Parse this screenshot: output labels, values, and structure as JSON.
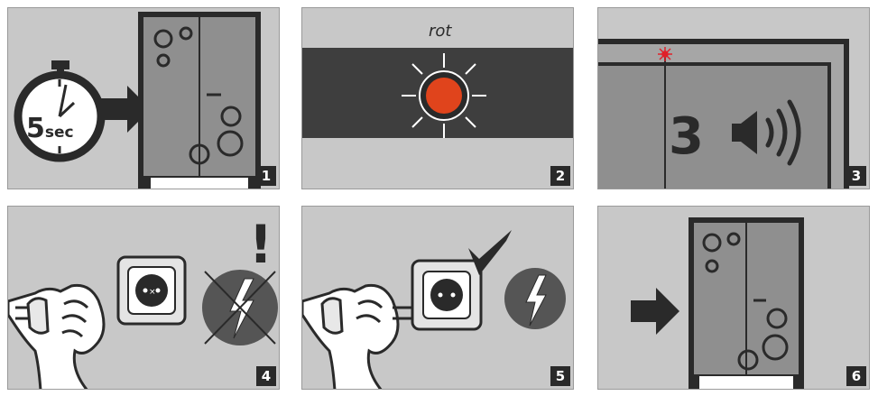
{
  "panels": [
    {
      "number": "1",
      "timer": {
        "value": "5",
        "unit": "sec"
      }
    },
    {
      "number": "2",
      "label": "rot",
      "led_color": "#e0441c"
    },
    {
      "number": "3",
      "count": "3",
      "laser_color": "#e0202a"
    },
    {
      "number": "4",
      "warning_mark": "!"
    },
    {
      "number": "5"
    },
    {
      "number": "6"
    }
  ],
  "colors": {
    "panel_bg": "#c8c8c8",
    "dark": "#2a2a2a",
    "device_fill": "#8f8f8f",
    "socket_bg": "#e4e4e4",
    "voltage_bg": "#555555"
  },
  "icons": [
    "stopwatch-icon",
    "arrow-right-icon",
    "gear-icon",
    "led-icon",
    "speaker-icon",
    "hand-plug-icon",
    "socket-icon",
    "voltage-icon",
    "checkmark-icon"
  ]
}
